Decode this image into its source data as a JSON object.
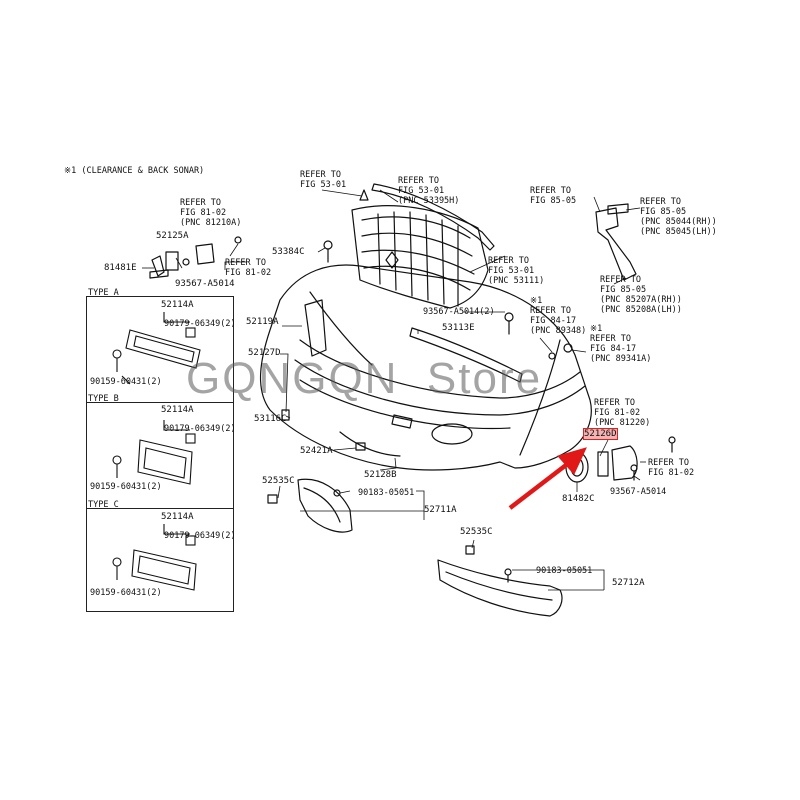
{
  "header": {
    "note": "※1 (CLEARANCE & BACK SONAR)"
  },
  "watermark": "GQNGQN  Store",
  "colors": {
    "highlight": "#f4b3b3",
    "arrow": "#e01818",
    "ink": "#111111"
  },
  "refs": {
    "fig5301_top": "REFER TO\nFIG 53-01",
    "fig5301_pnc53395h": "REFER TO\nFIG 53-01\n(PNC 53395H)",
    "fig8102_81210a": "REFER TO\nFIG 81-02\n(PNC 81210A)",
    "fig8102_left": "REFER TO\nFIG 81-02",
    "fig5301_pnc53111": "REFER TO\nFIG 53-01\n(PNC 53111)",
    "fig8505_top": "REFER TO\nFIG 85-05",
    "fig8505_85044": "REFER TO\nFIG 85-05\n(PNC 85044(RH))\n(PNC 85045(LH))",
    "fig8505_85207": "REFER TO\nFIG 85-05\n(PNC 85207A(RH))\n(PNC 85208A(LH))",
    "fig8417_89348": "※1\nREFER TO\nFIG 84-17\n(PNC 89348)",
    "fig8417_89341a": "※1\nREFER TO\nFIG 84-17\n(PNC 89341A)",
    "fig8102_81220": "REFER TO\nFIG 81-02\n(PNC 81220)",
    "fig8102_right": "REFER TO\nFIG 81-02"
  },
  "parts": {
    "p52125a": "52125A",
    "p81481e": "81481E",
    "p93567_left": "93567-A5014",
    "p53384c": "53384C",
    "p52119a": "52119A",
    "p93567_mid": "93567-A5014(2)",
    "p53113e": "53113E",
    "p52127d": "52127D",
    "p53116c": "53116C",
    "p52421a": "52421A",
    "p52128b": "52128B",
    "p52535c_a": "52535C",
    "p90183_a": "90183-05051",
    "p52711a": "52711A",
    "p52535c_b": "52535C",
    "p90183_b": "90183-05051",
    "p52712a": "52712A",
    "p52126d": "52126D",
    "p81482c": "81482C",
    "p93567_right": "93567-A5014"
  },
  "types": [
    {
      "title": "TYPE A",
      "part": "52114A",
      "screw": "90179-06349(2)",
      "bolt": "90159-60431(2)"
    },
    {
      "title": "TYPE B",
      "part": "52114A",
      "screw": "90179-06349(2)",
      "bolt": "90159-60431(2)"
    },
    {
      "title": "TYPE C",
      "part": "52114A",
      "screw": "90179-06349(2)",
      "bolt": "90159-60431(2)"
    }
  ]
}
